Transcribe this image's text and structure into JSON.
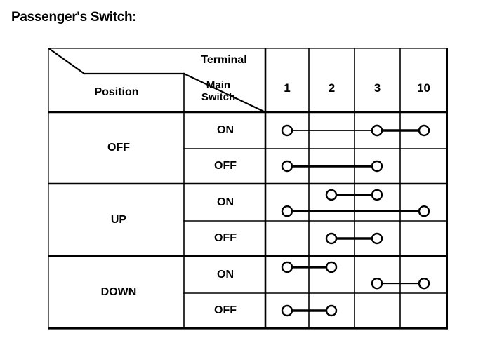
{
  "title": "Passenger's Switch:",
  "table": {
    "headers": {
      "terminal": "Terminal",
      "position": "Position",
      "main_switch": "Main Switch",
      "main_switch_line1": "Main",
      "main_switch_line2": "Switch",
      "terminal_numbers": [
        "1",
        "2",
        "3",
        "10"
      ]
    },
    "groups": [
      {
        "position": "OFF",
        "rows": [
          {
            "main_switch": "ON",
            "continuity": [
              {
                "from": "1",
                "to": "3",
                "level": "mid",
                "weight": "thin"
              },
              {
                "from": "3",
                "to": "10",
                "level": "mid",
                "weight": "thick"
              }
            ]
          },
          {
            "main_switch": "OFF",
            "continuity": [
              {
                "from": "1",
                "to": "3",
                "level": "mid",
                "weight": "thick"
              }
            ]
          }
        ]
      },
      {
        "position": "UP",
        "rows": [
          {
            "main_switch": "ON",
            "continuity": [
              {
                "from": "2",
                "to": "3",
                "level": "top",
                "weight": "thick"
              },
              {
                "from": "1",
                "to": "10",
                "level": "bottom",
                "weight": "thick"
              }
            ]
          },
          {
            "main_switch": "OFF",
            "continuity": [
              {
                "from": "2",
                "to": "3",
                "level": "mid",
                "weight": "thick"
              }
            ]
          }
        ]
      },
      {
        "position": "DOWN",
        "rows": [
          {
            "main_switch": "ON",
            "continuity": [
              {
                "from": "1",
                "to": "2",
                "level": "top",
                "weight": "thick"
              },
              {
                "from": "3",
                "to": "10",
                "level": "bottom",
                "weight": "thin"
              }
            ]
          },
          {
            "main_switch": "OFF",
            "continuity": [
              {
                "from": "1",
                "to": "2",
                "level": "mid",
                "weight": "thick"
              }
            ]
          }
        ]
      }
    ]
  },
  "colors": {
    "ink": "#000000",
    "background": "#ffffff"
  }
}
